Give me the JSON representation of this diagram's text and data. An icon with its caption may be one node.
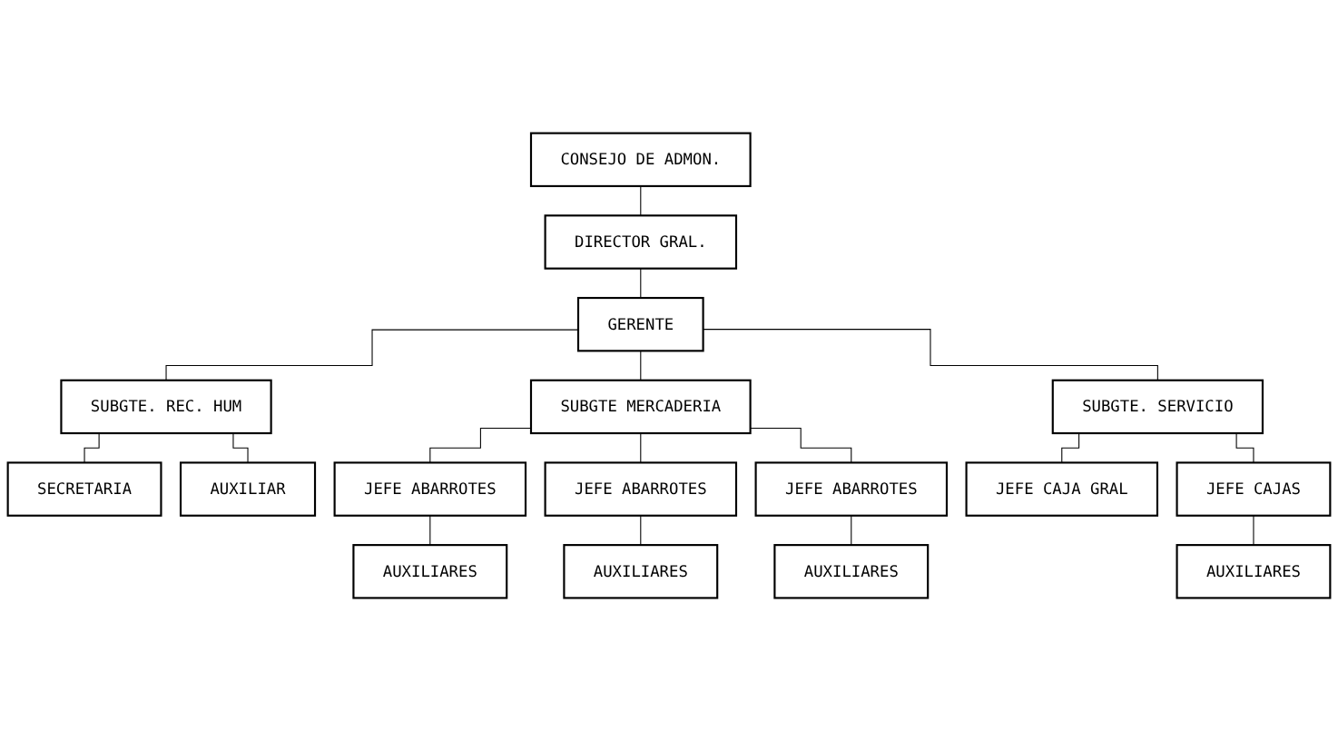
{
  "diagram": {
    "nodes": [
      {
        "text": [
          "CONSEJO DE ADMON."
        ]
      },
      {
        "text": [
          "DIRECTOR GRAL."
        ]
      },
      {
        "text": [
          "GERENTE"
        ]
      },
      {
        "text": [
          "SUBGTE MERCADERIA"
        ]
      },
      {
        "text": [
          "SUBGTE. REC. HUM"
        ]
      },
      {
        "text": [
          "SUBGTE. SERVICIO"
        ]
      },
      {
        "text": [
          "SECRETARIA"
        ]
      },
      {
        "text": [
          "AUXILIAR"
        ]
      },
      {
        "text": [
          "JEFE ABARROTES"
        ]
      },
      {
        "text": [
          "JEFE ABARROTES"
        ]
      },
      {
        "text": [
          "JEFE ABARROTES"
        ]
      },
      {
        "text": [
          "JEFE CAJA GRAL"
        ]
      },
      {
        "text": [
          "AUXILIARES"
        ]
      },
      {
        "text": [
          "AUXILIARES"
        ]
      },
      {
        "text": [
          "AUXILIARES"
        ]
      },
      {
        "text": [
          "JEFE CAJAS"
        ]
      },
      {
        "text": [
          "AUXILIARES"
        ]
      }
    ],
    "edges": [
      {
        "from": 0,
        "to": 1,
        "arrow": "none"
      },
      {
        "from": 1,
        "to": 2,
        "arrow": "none"
      },
      {
        "from": 2,
        "to": 3,
        "arrow": "none"
      },
      {
        "from": 2,
        "to": 4,
        "arrow": "none"
      },
      {
        "from": 2,
        "to": 5,
        "arrow": "none"
      },
      {
        "from": 4,
        "to": 6,
        "arrow": "none"
      },
      {
        "from": 4,
        "to": 7,
        "arrow": "none"
      },
      {
        "from": 3,
        "to": 8,
        "arrow": "none"
      },
      {
        "from": 3,
        "to": 9,
        "arrow": "none"
      },
      {
        "from": 3,
        "to": 10,
        "arrow": "none"
      },
      {
        "from": 5,
        "to": 11,
        "arrow": "none"
      },
      {
        "from": 5,
        "to": 15,
        "arrow": "none"
      },
      {
        "from": 8,
        "to": 12,
        "arrow": "none"
      },
      {
        "from": 9,
        "to": 13,
        "arrow": "none"
      },
      {
        "from": 10,
        "to": 14,
        "arrow": "none"
      },
      {
        "from": 15,
        "to": 16,
        "arrow": "none"
      }
    ]
  }
}
